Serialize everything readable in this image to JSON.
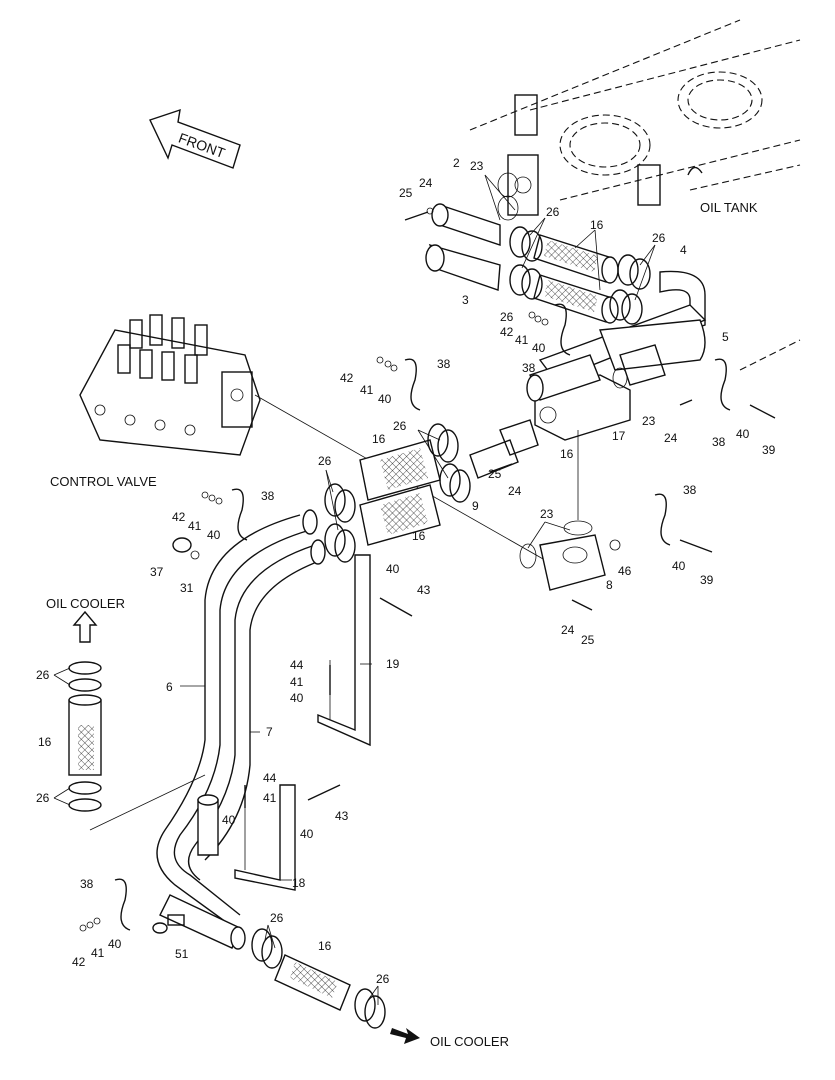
{
  "captions": {
    "oil_tank": "OIL TANK",
    "control_valve": "CONTROL VALVE",
    "oil_cooler_top": "OIL COOLER",
    "oil_cooler_bottom": "OIL COOLER",
    "front": "FRONT"
  },
  "callouts": [
    "2",
    "23",
    "25",
    "24",
    "26",
    "16",
    "26",
    "4",
    "3",
    "26",
    "42",
    "41",
    "40",
    "5",
    "42",
    "41",
    "38",
    "40",
    "38",
    "26",
    "16",
    "23",
    "17",
    "24",
    "40",
    "39",
    "38",
    "16",
    "26",
    "9",
    "25",
    "24",
    "42",
    "41",
    "40",
    "38",
    "16",
    "23",
    "38",
    "8",
    "46",
    "37",
    "31",
    "40",
    "43",
    "24",
    "25",
    "40",
    "39",
    "44",
    "41",
    "40",
    "19",
    "6",
    "7",
    "44",
    "41",
    "40",
    "40",
    "43",
    "18",
    "38",
    "26",
    "16",
    "26",
    "42",
    "41",
    "40",
    "51",
    "26"
  ]
}
